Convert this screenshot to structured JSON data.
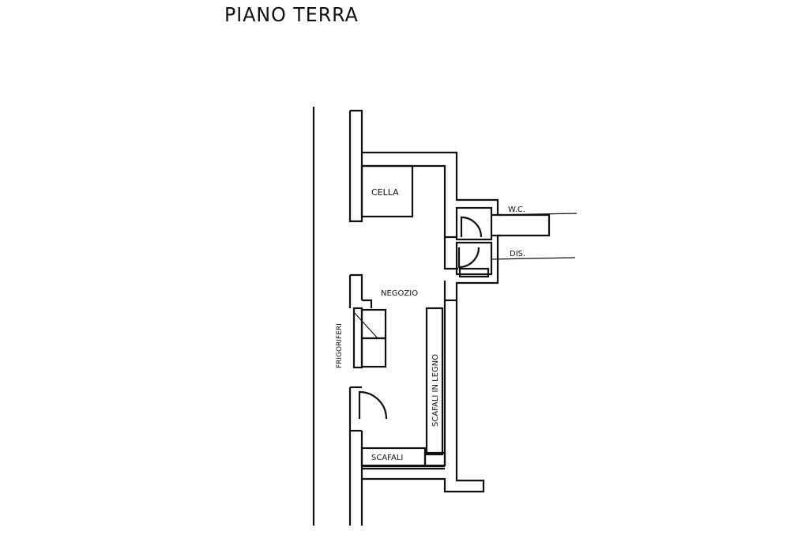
{
  "title": "PIANO TERRA",
  "rooms": {
    "cella": "CELLA",
    "negozio": "NEGOZIO",
    "wc": "W.C.",
    "dis": "DIS.",
    "frigoriferi": "FRIGORIFERI",
    "scaffali_legno": "SCAFALI IN LEGNO",
    "scaffali": "SCAFALI"
  },
  "colors": {
    "line": "#111111",
    "background": "#ffffff"
  }
}
